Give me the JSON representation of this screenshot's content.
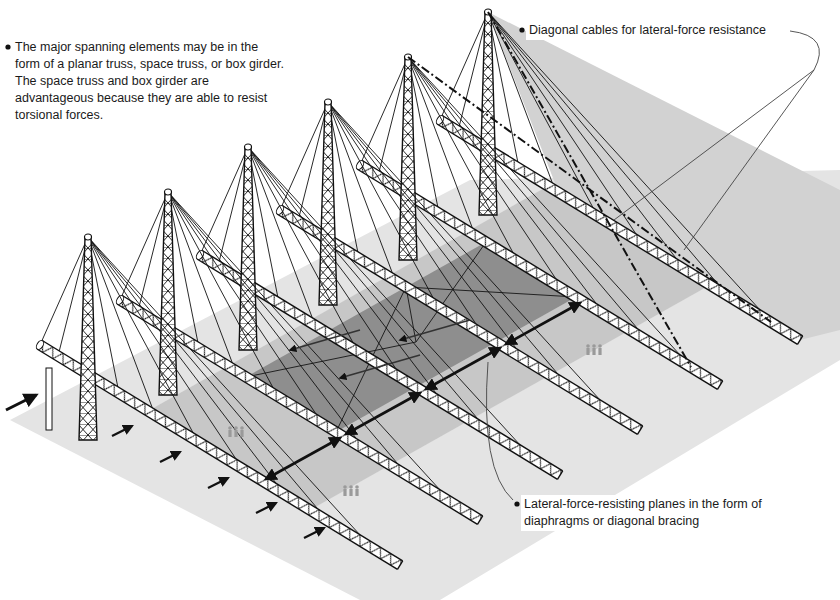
{
  "diagram": {
    "labels": [
      "The major spanning elements may be in the form of a planar truss, space truss, or box girder. The space truss and box girder are advantageous because they are able to resist torsional forces.",
      "Diagonal cables for lateral-force resistance",
      "Lateral-force-resisting planes in the form of diaphragms or diagonal bracing"
    ]
  }
}
